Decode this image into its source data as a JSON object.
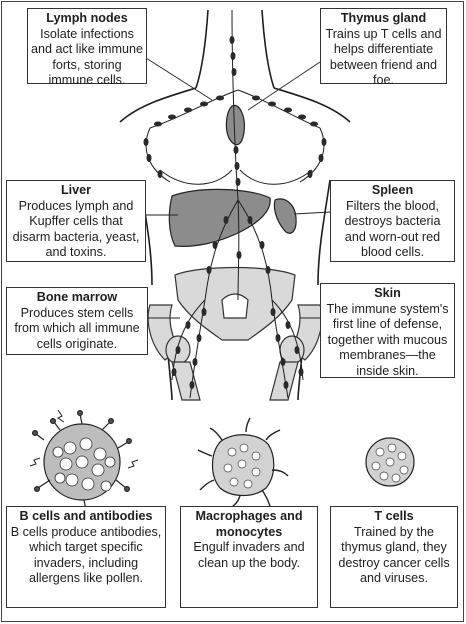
{
  "colors": {
    "ink": "#1e1e1e",
    "organ_dark": "#8c8c8c",
    "organ_mid": "#b9b9b9",
    "bone": "#d9d9d9",
    "node": "#2a2a2a"
  },
  "labels": {
    "lymph_nodes": {
      "title": "Lymph nodes",
      "body": "Isolate infections and act like immune forts, storing immune cells."
    },
    "thymus": {
      "title": "Thymus gland",
      "body": "Trains up T cells and helps differentiate between friend and foe."
    },
    "liver": {
      "title": "Liver",
      "body": "Produces lymph and Kupffer cells that disarm bacteria, yeast, and toxins."
    },
    "spleen": {
      "title": "Spleen",
      "body": "Filters the blood, destroys bacteria and worn-out red blood cells."
    },
    "bone_marrow": {
      "title": "Bone marrow",
      "body": "Produces stem cells from which all immune cells originate."
    },
    "skin": {
      "title": "Skin",
      "body": "The immune system's first line of defense, together with mucous membranes—the inside skin."
    },
    "b_cells": {
      "title": "B cells and antibodies",
      "body": "B cells produce antibodies, which target specific invaders, including allergens like pollen."
    },
    "macrophages": {
      "title": "Macrophages and monocytes",
      "body": "Engulf invaders and clean up the body."
    },
    "t_cells": {
      "title": "T cells",
      "body": "Trained by the thymus gland, they destroy cancer cells and viruses."
    }
  }
}
